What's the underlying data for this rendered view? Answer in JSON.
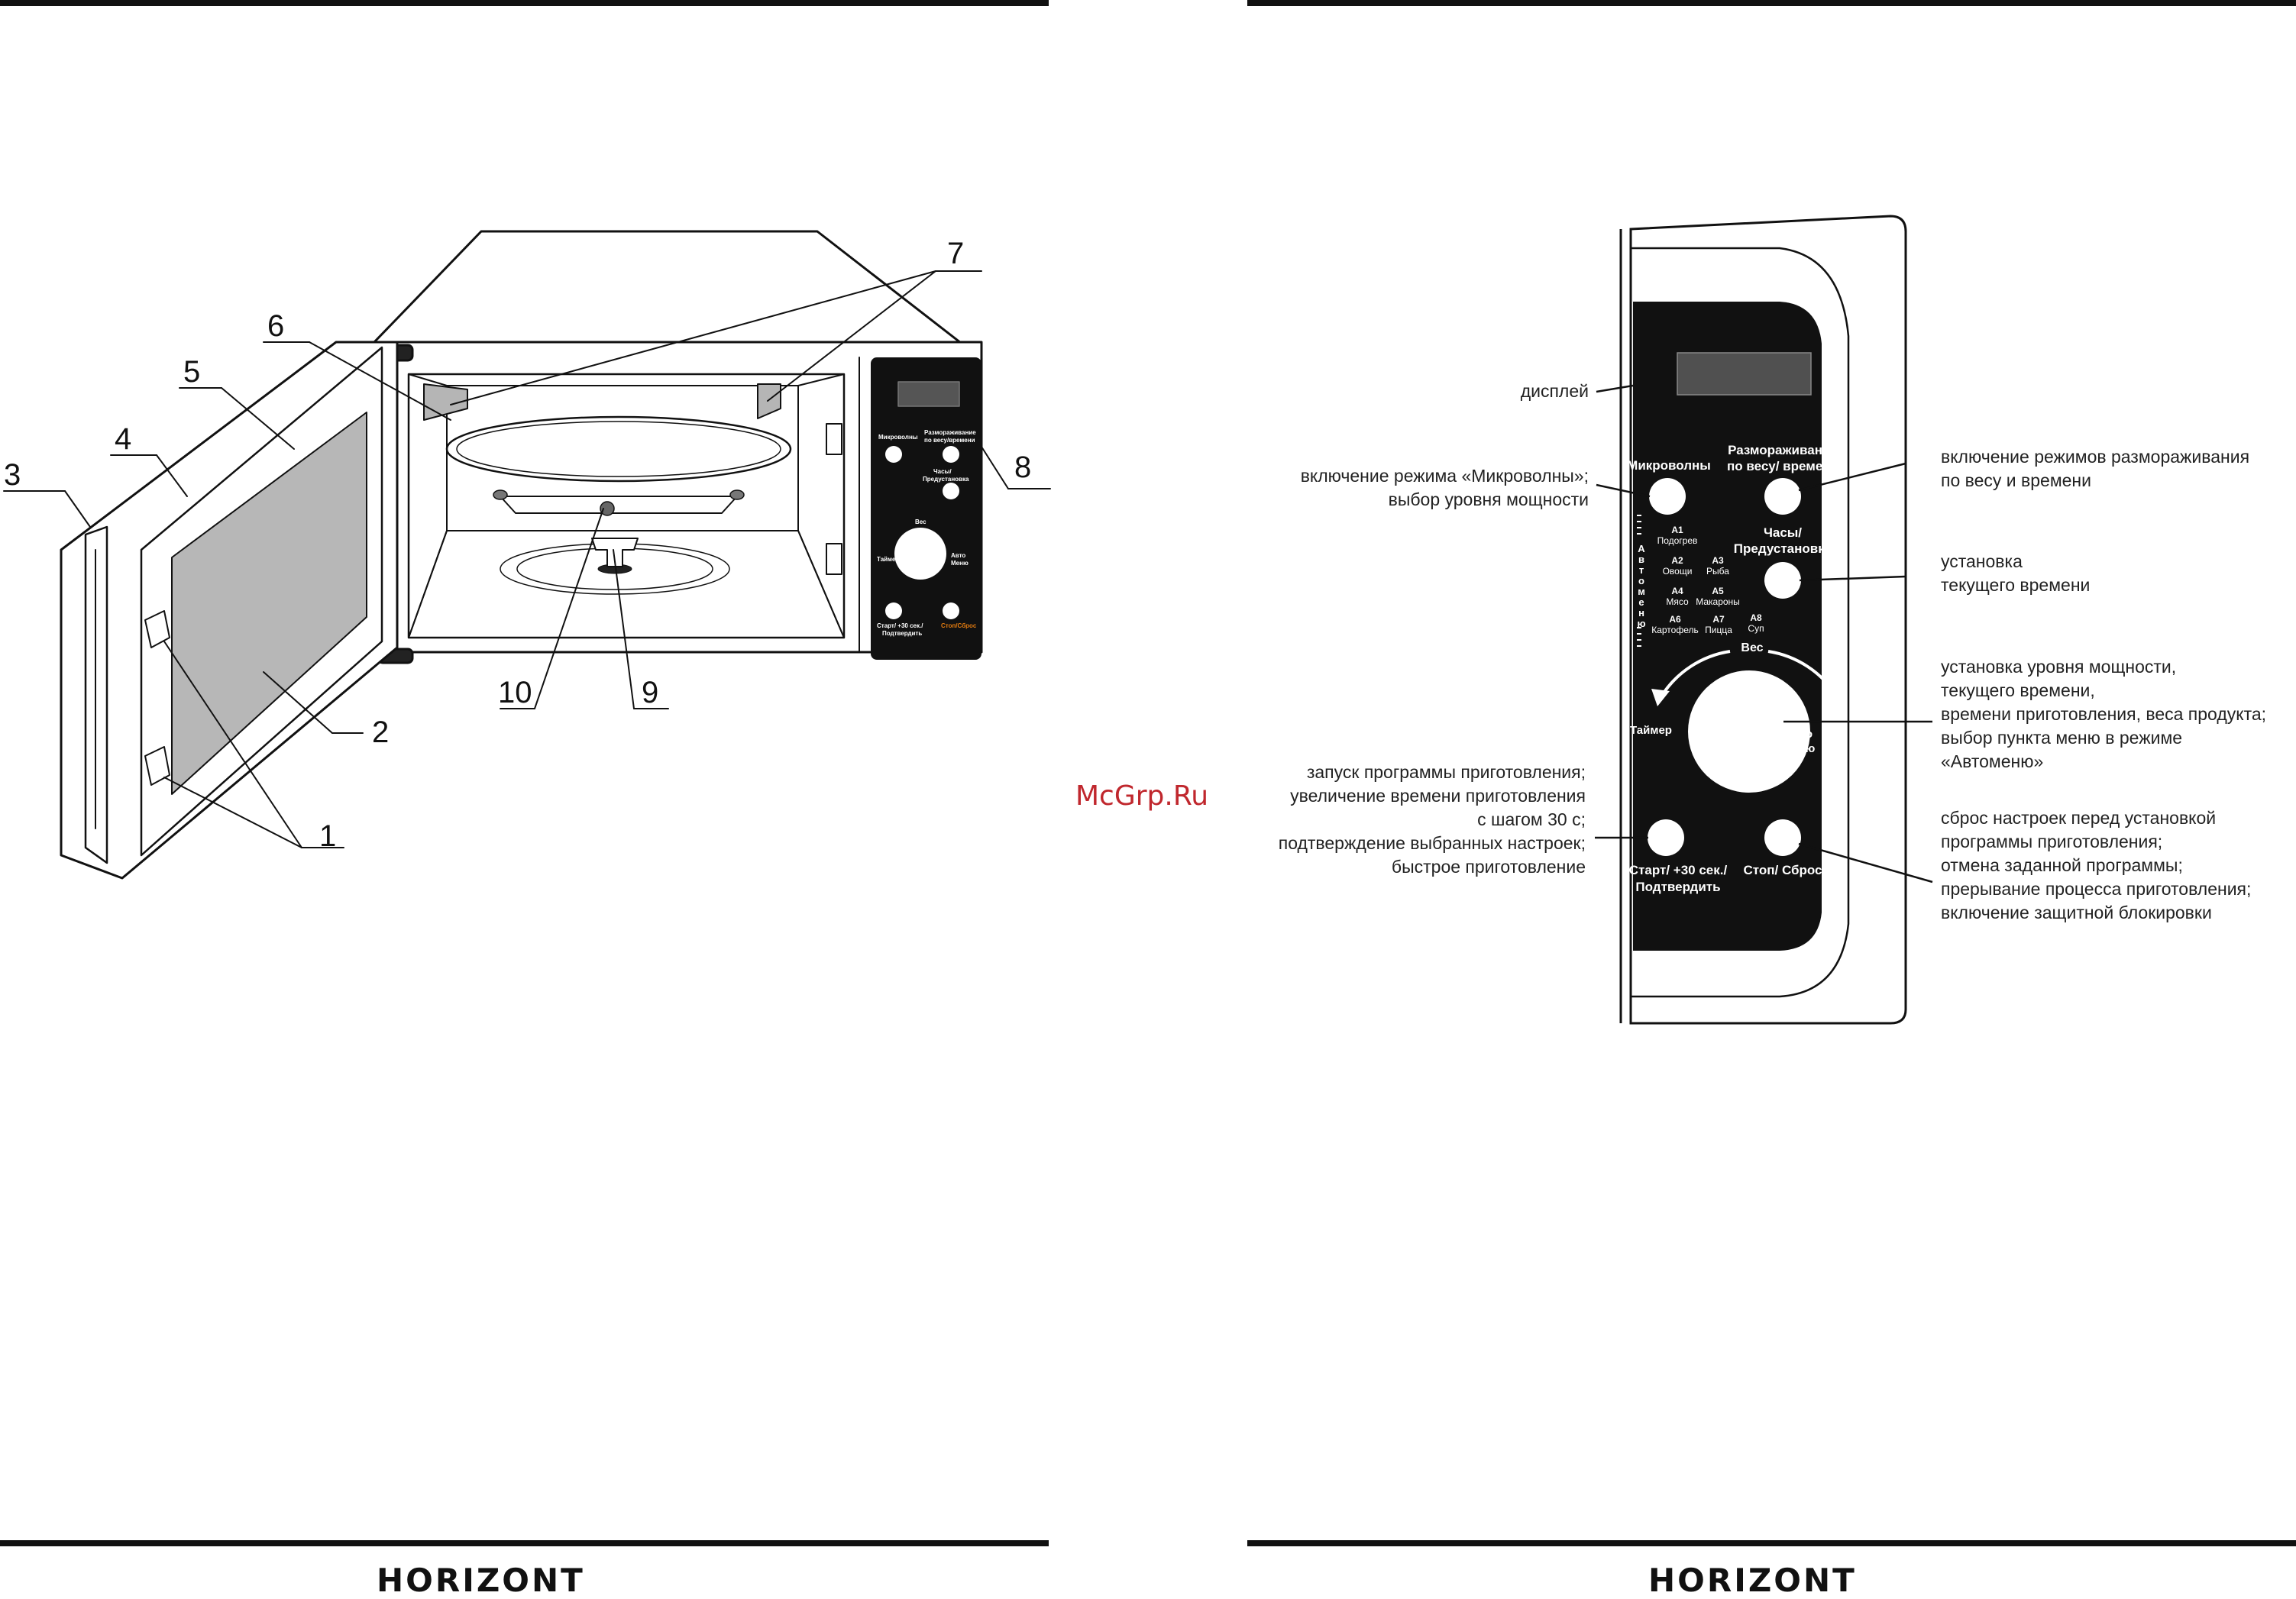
{
  "part_numbers": [
    "1",
    "2",
    "3",
    "4",
    "5",
    "6",
    "7",
    "8",
    "9",
    "10"
  ],
  "brand": "HORIZONT",
  "watermark": "McGrp.Ru",
  "overview_panel": {
    "btn1": "Микроволны",
    "btn2a": "Размораживание",
    "btn2b": "по весу/времени",
    "btn3a": "Часы/",
    "btn3b": "Предустановка",
    "knob_top": "Вес",
    "knob_left": "Таймер",
    "knob_right_a": "Авто",
    "knob_right_b": "Меню",
    "start_a": "Старт/ +30 сек./",
    "start_b": "Подтвердить",
    "stop": "Стоп/Сброс"
  },
  "panel": {
    "microwave_label": "Микроволны",
    "defrost_label_1": "Размораживание",
    "defrost_label_2": "по весу/ времени",
    "clock_label_1": "Часы/",
    "clock_label_2": "Предустановка",
    "knob_top": "Вес",
    "knob_left": "Таймер",
    "knob_right_1": "Авто",
    "knob_right_2": "Меню",
    "start_label_1": "Старт/ +30 сек./",
    "start_label_2": "Подтвердить",
    "stop_label": "Стоп/ Сброс",
    "automenu_vertical": [
      "А",
      "в",
      "т",
      "о",
      "м",
      "е",
      "н",
      "ю"
    ],
    "menu": [
      {
        "code": "A1",
        "name": "Подогрев"
      },
      {
        "code": "A2",
        "name": "Овощи"
      },
      {
        "code": "A3",
        "name": "Рыба"
      },
      {
        "code": "A4",
        "name": "Мясо"
      },
      {
        "code": "A5",
        "name": "Макароны"
      },
      {
        "code": "A6",
        "name": "Картофель"
      },
      {
        "code": "A7",
        "name": "Пицца"
      },
      {
        "code": "A8",
        "name": "Суп"
      }
    ]
  },
  "callouts": {
    "display": [
      "дисплей"
    ],
    "microwave": [
      "включение режима «Микроволны»;",
      "выбор уровня мощности"
    ],
    "start": [
      "запуск программы приготовления;",
      "увеличение времени приготовления",
      "с шагом 30 с;",
      "подтверждение выбранных настроек;",
      "быстрое приготовление"
    ],
    "defrost": [
      "включение режимов размораживания",
      "по весу и времени"
    ],
    "clock": [
      "установка",
      "текущего времени"
    ],
    "knob": [
      "установка уровня мощности,",
      "текущего времени,",
      "времени приготовления, веса продукта;",
      "выбор пункта меню в режиме",
      "«Автоменю»"
    ],
    "stop": [
      "сброс настроек перед установкой",
      "программы приготовления;",
      "отмена заданной программы;",
      "прерывание процесса приготовления;",
      "включение защитной блокировки"
    ]
  }
}
